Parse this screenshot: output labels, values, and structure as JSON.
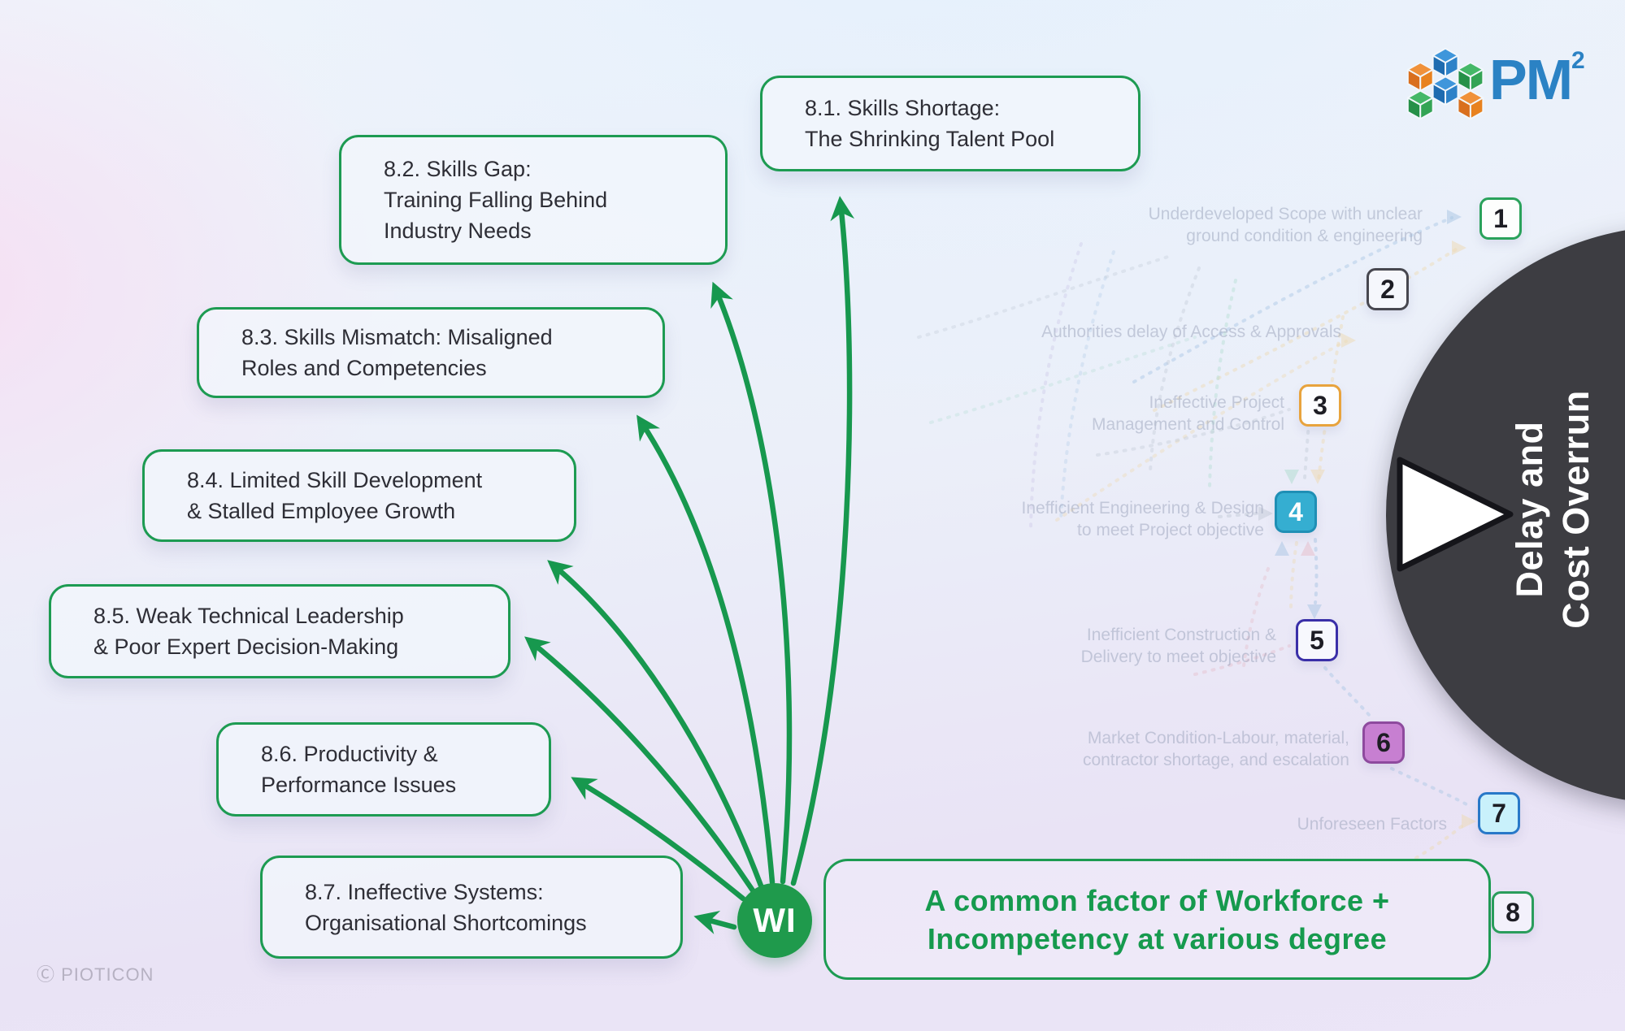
{
  "meta": {
    "copyright": "Ⓒ PIOTICON"
  },
  "logo": {
    "name": "PM",
    "sup": "2"
  },
  "hub": {
    "label": "WI"
  },
  "outcome": {
    "text": "Delay and\nCost Overrun"
  },
  "banner": {
    "text": "A common factor of Workforce +\nIncompetency at various degree"
  },
  "factors": [
    {
      "id": "8.1",
      "text": "8.1. Skills Shortage:\nThe Shrinking Talent Pool"
    },
    {
      "id": "8.2",
      "text": "8.2. Skills Gap:\nTraining Falling Behind\nIndustry Needs"
    },
    {
      "id": "8.3",
      "text": "8.3. Skills Mismatch: Misaligned\nRoles and Competencies"
    },
    {
      "id": "8.4",
      "text": "8.4. Limited Skill Development\n& Stalled Employee Growth"
    },
    {
      "id": "8.5",
      "text": "8.5. Weak Technical Leadership\n& Poor Expert Decision-Making"
    },
    {
      "id": "8.6",
      "text": "8.6. Productivity &\nPerformance Issues"
    },
    {
      "id": "8.7",
      "text": "8.7. Ineffective Systems:\nOrganisational Shortcomings"
    }
  ],
  "causes": [
    {
      "num": "1",
      "label": "Underdeveloped Scope with unclear\nground condition & engineering",
      "accent": "#2aa25b"
    },
    {
      "num": "2",
      "label": "Authorities delay of Access & Approvals",
      "accent": "#47474f"
    },
    {
      "num": "3",
      "label": "Ineffective Project\nManagement and Control",
      "accent": "#e8a33d"
    },
    {
      "num": "4",
      "label": "Inefficient Engineering & Design\nto meet Project objective",
      "accent": "#35aed1"
    },
    {
      "num": "5",
      "label": "Inefficient Construction &\nDelivery to meet objective",
      "accent": "#3a2fa8"
    },
    {
      "num": "6",
      "label": "Market Condition-Labour, material,\ncontractor shortage, and escalation",
      "accent": "#c77fd1"
    },
    {
      "num": "7",
      "label": "Unforeseen Factors",
      "accent": "#2878c8"
    },
    {
      "num": "8",
      "label": "",
      "accent": "#2a9d5c"
    }
  ],
  "colors": {
    "arrow_green": "#17984e",
    "border_green": "#1d9b52",
    "hub_green": "#1f9a4c",
    "banner_text": "#169a4e",
    "outcome_bg": "#3d3d42"
  }
}
